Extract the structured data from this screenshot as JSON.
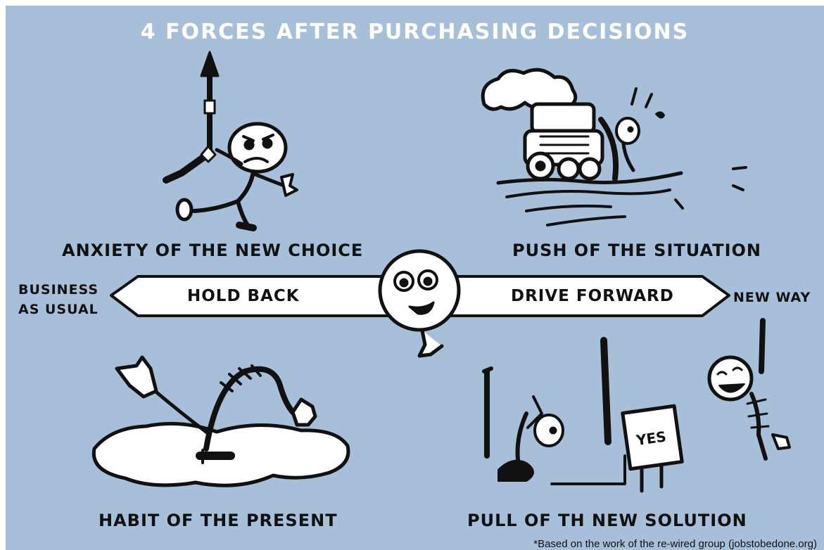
{
  "title": "4 FORCES AFTER PURCHASING DECISIONS",
  "forces": {
    "anxiety": "ANXIETY OF THE NEW CHOICE",
    "push": "PUSH OF THE SITUATION",
    "habit": "HABIT OF THE PRESENT",
    "pull": "PULL OF TH NEW SOLUTION"
  },
  "axis": {
    "left_end": "BUSINESS AS USUAL",
    "right_end": "NEW WAY",
    "left_arrow": "HOLD BACK",
    "right_arrow": "DRIVE FORWARD"
  },
  "sign_text": "YES",
  "footnote": "*Based on the work of the re-wired group (jobstobedone.org)",
  "colors": {
    "background": "#a8bfd9",
    "ink": "#111111",
    "paper": "#ffffff"
  }
}
